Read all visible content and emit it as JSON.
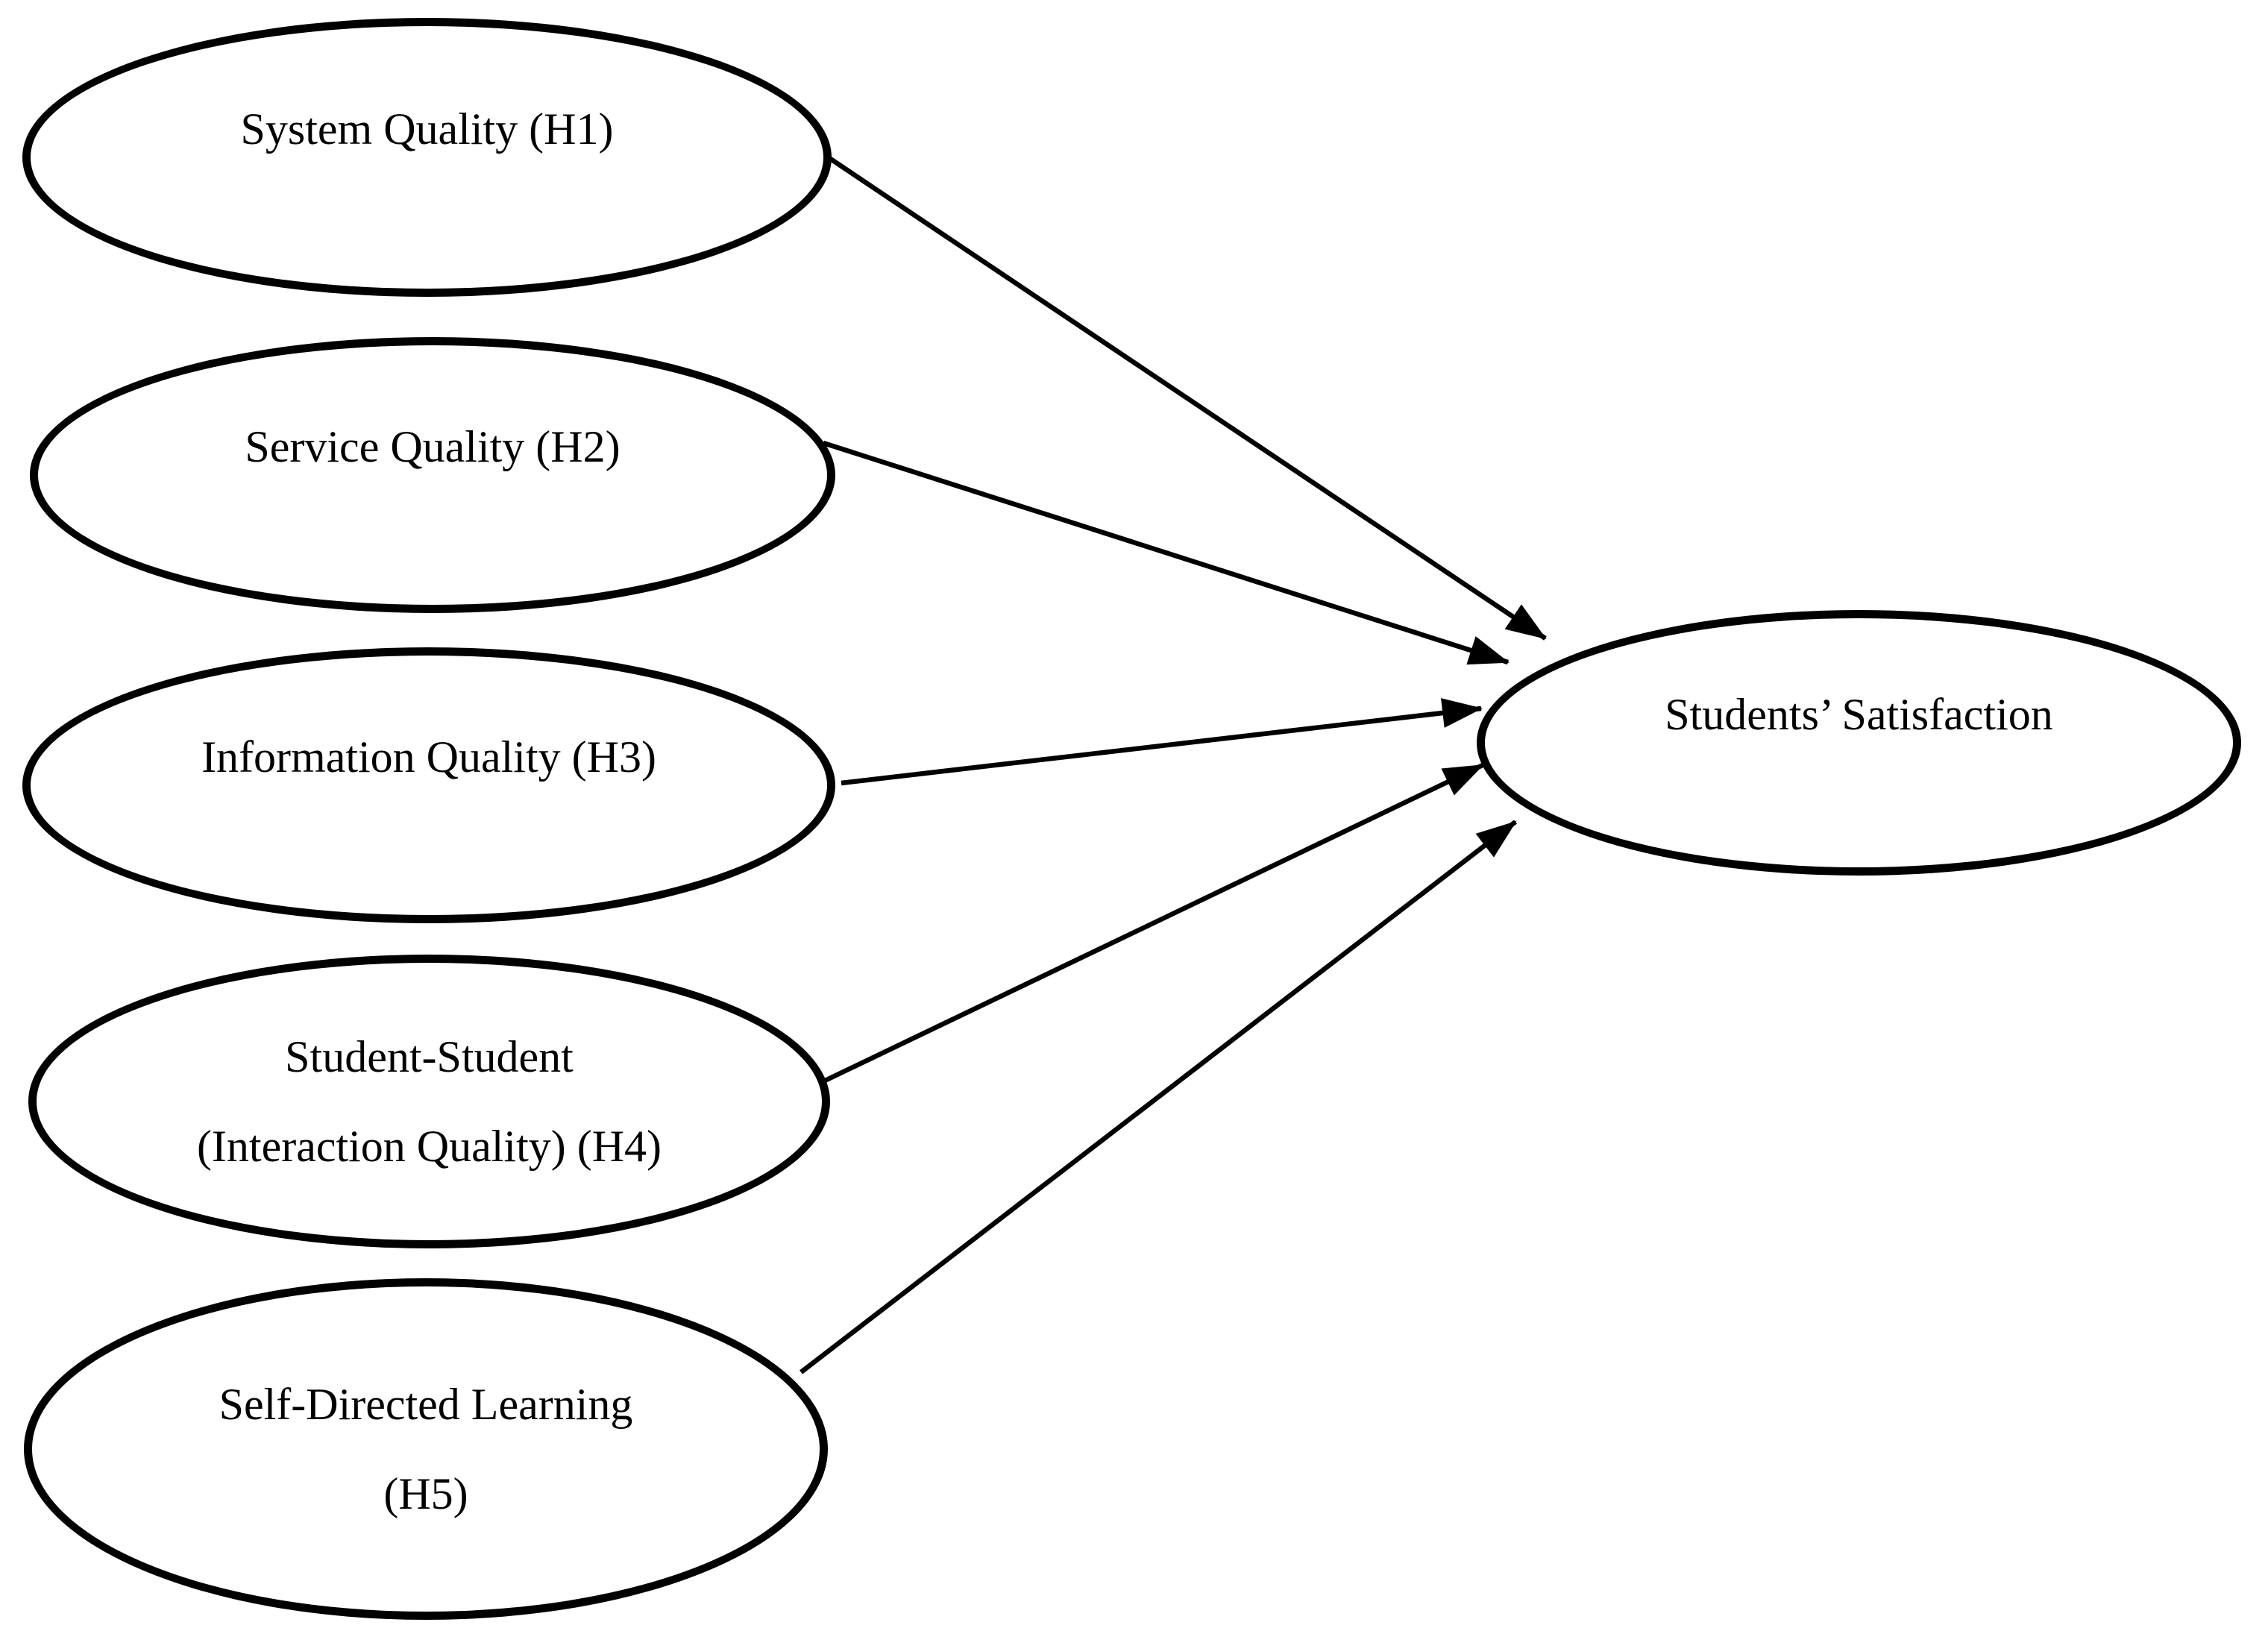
{
  "figure": {
    "ink": "#000000",
    "background": "#ffffff"
  },
  "nodes": [
    {
      "id": "system-quality",
      "lines": [
        "System Quality (H1)"
      ]
    },
    {
      "id": "service-quality",
      "lines": [
        "Service Quality (H2)"
      ]
    },
    {
      "id": "information-quality",
      "lines": [
        "Information Quality (H3)"
      ]
    },
    {
      "id": "student-student-interaction-quality",
      "lines": [
        "Student-Student",
        "(Interaction Quality) (H4)"
      ]
    },
    {
      "id": "self-directed-learning",
      "lines": [
        "Self-Directed Learning",
        "(H5)"
      ]
    },
    {
      "id": "students-satisfaction",
      "lines": [
        "Students’ Satisfaction"
      ]
    }
  ],
  "edges": [
    {
      "from": "system-quality",
      "to": "students-satisfaction"
    },
    {
      "from": "service-quality",
      "to": "students-satisfaction"
    },
    {
      "from": "information-quality",
      "to": "students-satisfaction"
    },
    {
      "from": "student-student-interaction-quality",
      "to": "students-satisfaction"
    },
    {
      "from": "self-directed-learning",
      "to": "students-satisfaction"
    }
  ]
}
